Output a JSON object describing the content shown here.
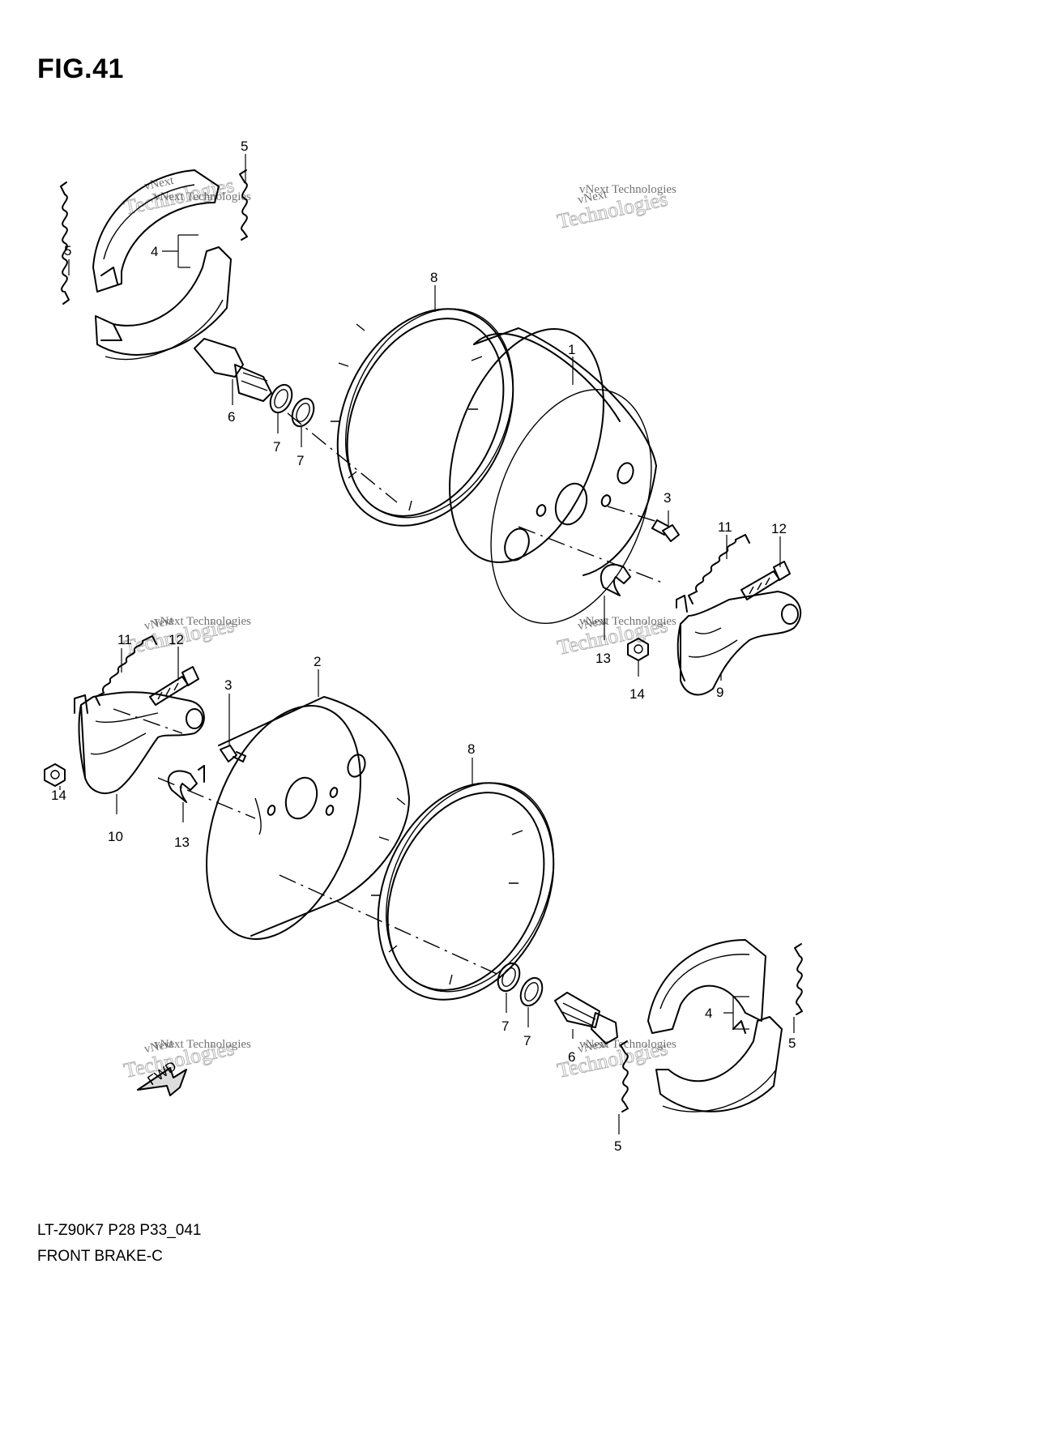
{
  "figure": {
    "title": "FIG.41",
    "code": "LT-Z90K7 P28 P33_041",
    "caption": "FRONT BRAKE-C"
  },
  "callouts": {
    "c1": "1",
    "c2": "2",
    "c3a": "3",
    "c3b": "3",
    "c4a": "4",
    "c4b": "4",
    "c5a": "5",
    "c5b": "5",
    "c5c": "5",
    "c5d": "5",
    "c6a": "6",
    "c6b": "6",
    "c7a": "7",
    "c7b": "7",
    "c7c": "7",
    "c7d": "7",
    "c8a": "8",
    "c8b": "8",
    "c9": "9",
    "c10": "10",
    "c11a": "11",
    "c11b": "11",
    "c12a": "12",
    "c12b": "12",
    "c13a": "13",
    "c13b": "13",
    "c14a": "14",
    "c14b": "14"
  },
  "watermark": {
    "small": "vNext Technologies",
    "large": "Technologies",
    "top": "vNext"
  },
  "fwd_label": "FWD"
}
